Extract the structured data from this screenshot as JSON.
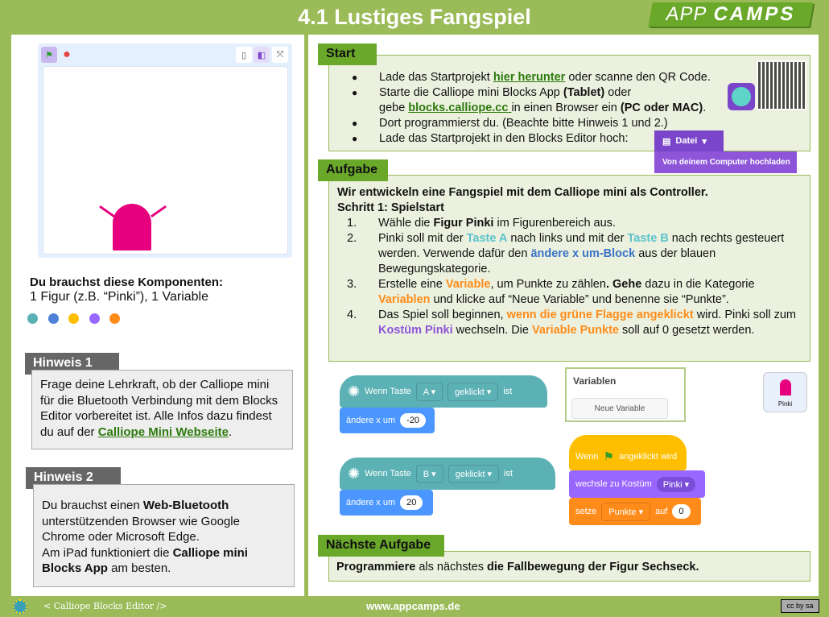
{
  "title": "4.1 Lustiges Fangspiel",
  "logo": {
    "app": "APP",
    "camps": "CAMPS"
  },
  "components": {
    "heading": "Du brauchst diese Komponenten:",
    "text": "1 Figur (z.B. “Pinki”), 1 Variable",
    "dot_colors": [
      "#5cb1b5",
      "#4c80d9",
      "#ffbf00",
      "#9966ff",
      "#ff8c1a"
    ]
  },
  "hinweis1": {
    "label": "Hinweis 1",
    "body": [
      {
        "t": "Frage deine Lehrkraft, ob der Calliope mini für die Bluetooth Verbindung mit dem Blocks Editor vorbereitet ist. Alle Infos dazu findest du auf der "
      },
      {
        "t": "Calliope Mini Webseite",
        "s": "link"
      },
      {
        "t": "."
      }
    ]
  },
  "hinweis2": {
    "label": "Hinweis 2",
    "body": [
      {
        "t": "Du brauchst einen "
      },
      {
        "t": "Web-Bluetooth",
        "s": "b"
      },
      {
        "t": " unterstützenden Browser wie Google Chrome oder Microsoft Edge."
      },
      {
        "br": 1
      },
      {
        "t": "Am iPad funktioniert die "
      },
      {
        "t": "Calliope mini Blocks App",
        "s": "b"
      },
      {
        "t": " am besten."
      }
    ]
  },
  "start": {
    "label": "Start",
    "items": [
      [
        {
          "t": "Lade das Startprojekt "
        },
        {
          "t": "hier herunter",
          "s": "link"
        },
        {
          "t": " oder scanne den QR Code."
        }
      ],
      [
        {
          "t": "Starte die Calliope mini Blocks App "
        },
        {
          "t": "(Tablet)",
          "s": "b"
        },
        {
          "t": " oder"
        },
        {
          "br": 1
        },
        {
          "t": "gebe "
        },
        {
          "t": "blocks.calliope.cc ",
          "s": "link"
        },
        {
          "t": "in einen Browser ein "
        },
        {
          "t": "(PC oder MAC)",
          "s": "b"
        },
        {
          "t": "."
        }
      ],
      [
        {
          "t": "Dort programmierst du. (Beachte bitte Hinweis 1 und 2.)"
        }
      ],
      [
        {
          "t": "Lade das Startprojekt in den Blocks Editor hoch:"
        }
      ]
    ],
    "datei": "Datei",
    "upload": "Von deinem Computer hochladen"
  },
  "aufgabe": {
    "label": "Aufgabe",
    "intro": "Wir entwickeln eine Fangspiel mit dem Calliope mini als Controller.",
    "step": "Schritt 1: Spielstart",
    "items": [
      [
        {
          "t": "Wähle die "
        },
        {
          "t": "Figur Pinki",
          "s": "b"
        },
        {
          "t": " im Figurenbereich aus."
        }
      ],
      [
        {
          "t": "Pinki soll mit der "
        },
        {
          "t": "Taste A",
          "s": "cyan"
        },
        {
          "t": " nach links und mit der "
        },
        {
          "t": "Taste B",
          "s": "cyan"
        },
        {
          "t": " nach rechts gesteuert werden. Verwende dafür den "
        },
        {
          "t": "ändere x um-Block",
          "s": "blue"
        },
        {
          "t": " aus der blauen Bewegungskategorie."
        }
      ],
      [
        {
          "t": "Erstelle eine "
        },
        {
          "t": "Variable",
          "s": "orange"
        },
        {
          "t": ", um Punkte zu zählen"
        },
        {
          "t": ". Gehe",
          "s": "b"
        },
        {
          "t": " dazu in die Kategorie "
        },
        {
          "t": "Variablen",
          "s": "orange"
        },
        {
          "t": " und klicke auf  “Neue Variable” und benenne sie “Punkte”."
        }
      ],
      [
        {
          "t": "Das Spiel soll beginnen, "
        },
        {
          "t": "wenn die grüne Flagge angeklickt",
          "s": "orange"
        },
        {
          "t": " wird. Pinki soll zum "
        },
        {
          "t": "Kostüm Pinki",
          "s": "purple"
        },
        {
          "t": " wechseln. Die "
        },
        {
          "t": "Variable Punkte",
          "s": "orange"
        },
        {
          "t": " soll auf 0 gesetzt werden."
        }
      ]
    ]
  },
  "blocks": {
    "wenn_taste": "Wenn Taste",
    "key_a": "A",
    "key_b": "B",
    "geklickt": "geklickt",
    "ist": "ist",
    "aendere": "ändere x um",
    "val_a": "-20",
    "val_b": "20",
    "wenn": "Wenn",
    "angeklickt": "angeklickt wird",
    "wechsle": "wechsle zu Kostüm",
    "kostuem": "Pinki",
    "setze": "setze",
    "var": "Punkte",
    "auf": "auf",
    "zero": "0"
  },
  "variablen": {
    "title": "Variablen",
    "button": "Neue Variable"
  },
  "sprite": {
    "name": "Pinki"
  },
  "naechste": {
    "label": "Nächste Aufgabe",
    "body": [
      {
        "t": "Programmiere",
        "s": "b"
      },
      {
        "t": " als nächstes "
      },
      {
        "t": "die Fallbewegung der Figur Sechseck.",
        "s": "b"
      }
    ]
  },
  "footer": {
    "left": "< Calliope Blocks Editor />",
    "center": "www.appcamps.de",
    "license": "cc by sa"
  }
}
